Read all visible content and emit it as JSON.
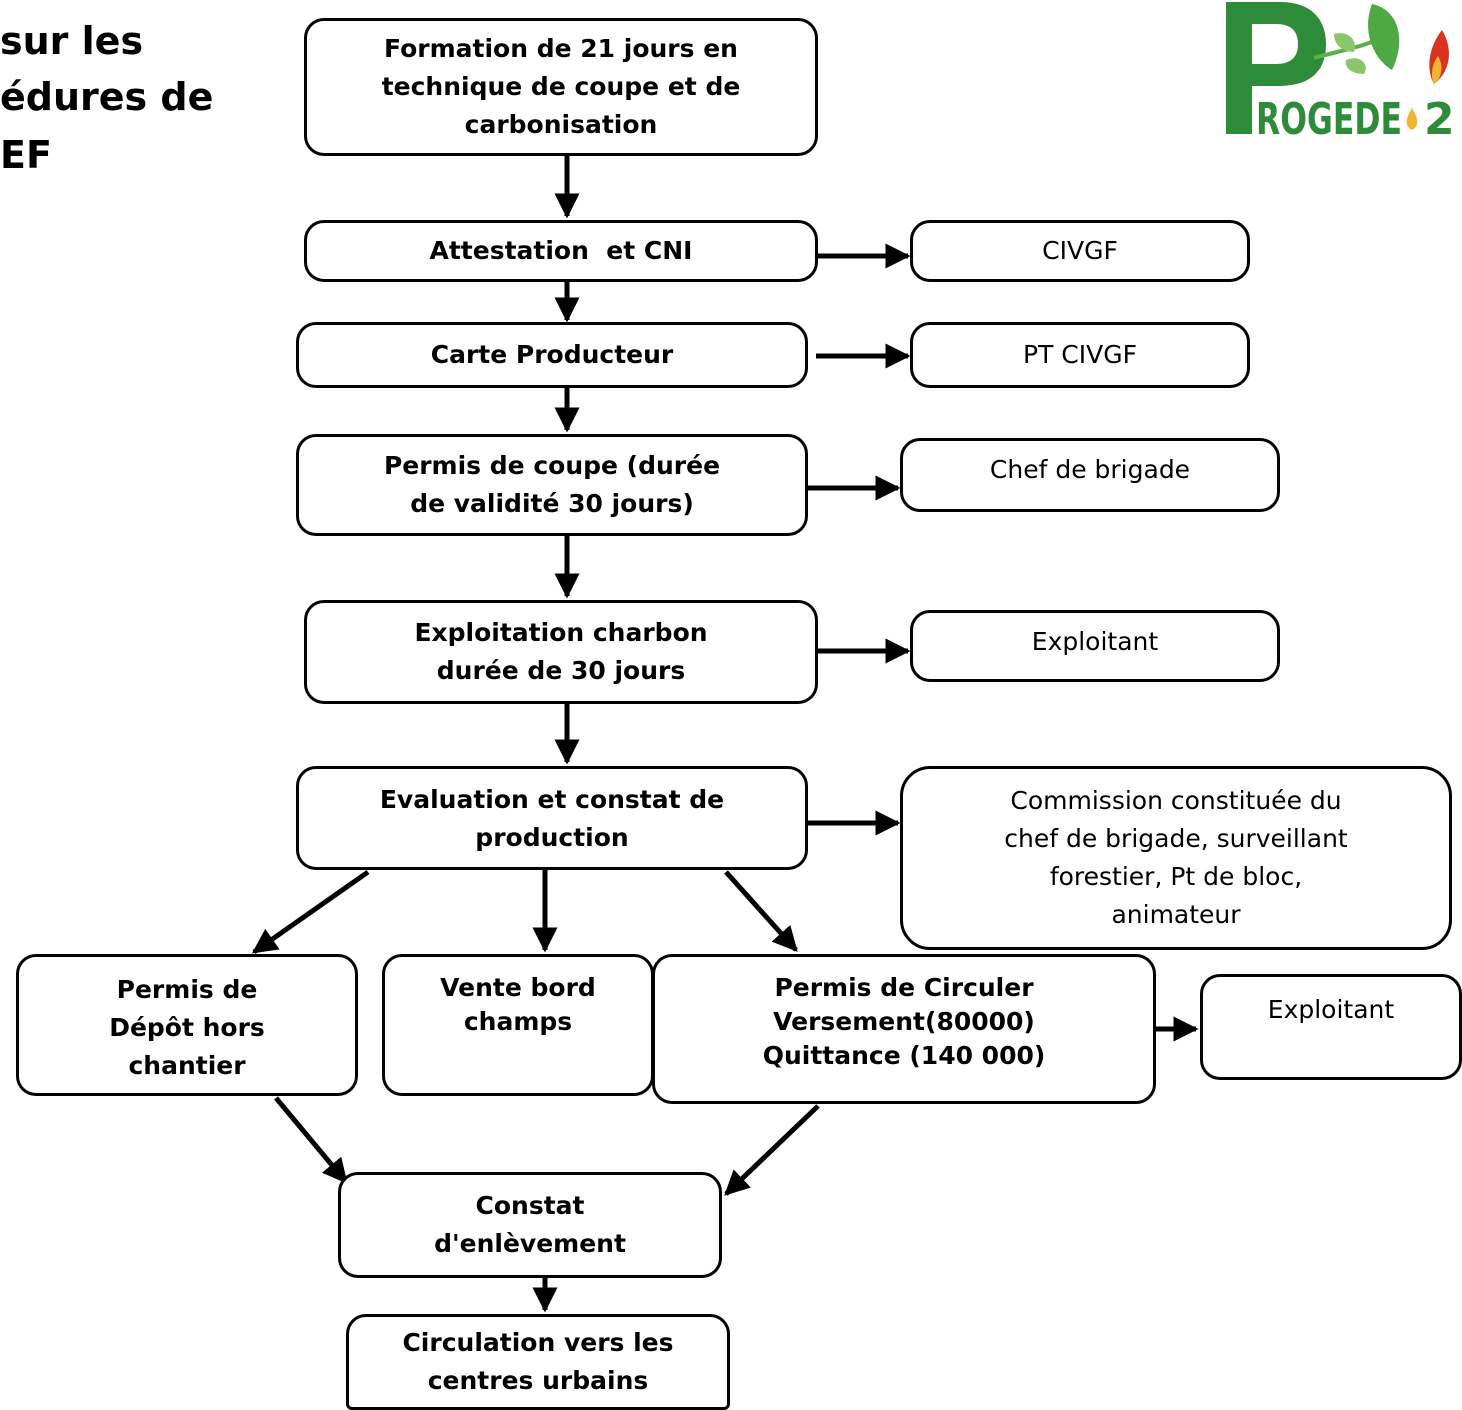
{
  "header_fragment": {
    "line1": "sur les",
    "line2": "édures de",
    "line3": "EF"
  },
  "logo": {
    "text": "PROGEDE 2",
    "colors": {
      "green": "#2e8b3a",
      "leaf": "#5bb04a",
      "flame_red": "#d9321f",
      "flame_yellow": "#f2b531"
    }
  },
  "flow": {
    "formation": [
      "Formation de 21 jours en",
      "technique de coupe et de",
      "carbonisation"
    ],
    "attestation": [
      "Attestation  et CNI"
    ],
    "civgf": [
      "CIVGF"
    ],
    "carte": [
      "Carte Producteur"
    ],
    "pt_civgf": [
      "PT CIVGF"
    ],
    "permis_coupe": [
      "Permis de coupe (durée",
      "de validité 30 jours)"
    ],
    "chef_brigade": [
      "Chef de brigade"
    ],
    "exploitation": [
      "Exploitation charbon",
      "durée de 30 jours"
    ],
    "exploitant_1": [
      "Exploitant"
    ],
    "evaluation": [
      "Evaluation et constat de",
      "production"
    ],
    "commission": [
      "Commission constituée du",
      "chef de brigade, surveillant",
      "forestier, Pt de bloc,",
      "animateur"
    ],
    "permis_depot": [
      "Permis de",
      "Dépôt hors",
      "chantier"
    ],
    "vente": [
      "Vente bord",
      "champs"
    ],
    "permis_circuler": [
      "Permis de Circuler",
      "Versement(80000)",
      "Quittance (140 000)"
    ],
    "exploitant_2": [
      "Exploitant"
    ],
    "constat": [
      "Constat",
      "d'enlèvement"
    ],
    "circulation": [
      "Circulation vers les",
      "centres urbains"
    ]
  }
}
